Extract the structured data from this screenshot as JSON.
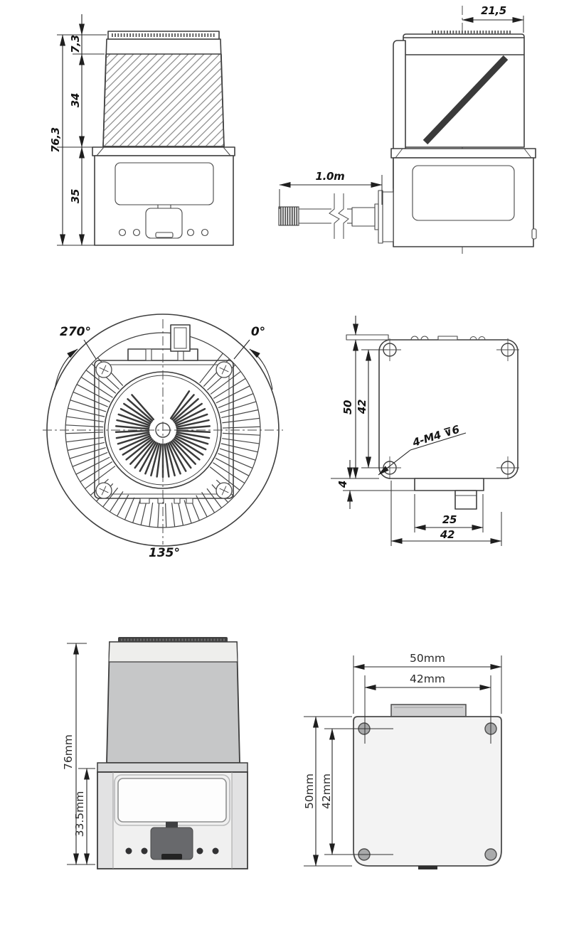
{
  "sheet": {
    "background": "#ffffff",
    "type": "sensor dimensional drawing"
  },
  "views": {
    "front_drawing": {
      "name": "front line drawing",
      "dims": {
        "cap_height": "7,3",
        "window_height": "34",
        "base_height": "35",
        "total_height": "76,3"
      }
    },
    "side_drawing": {
      "name": "side line drawing with cable",
      "dims": {
        "center_offset": "21,5",
        "cable_length": "1.0m"
      }
    },
    "top_drawing": {
      "name": "top view with scan angles",
      "angles": {
        "left": "270°",
        "right": "0°",
        "bottom": "135°"
      }
    },
    "mount_drawing": {
      "name": "mounting plate line drawing",
      "dims": {
        "plate_height": "50",
        "hole_spacing_vertical": "42",
        "tab_height": "4",
        "connector_width": "25",
        "hole_spacing_horizontal": "42"
      },
      "thread_note": "4-M4 ⊽6"
    },
    "render_front": {
      "name": "front shaded render",
      "dims": {
        "total_height": "76mm",
        "base_height": "33.5mm"
      }
    },
    "render_bottom": {
      "name": "bottom plate shaded render",
      "dims": {
        "width": "50mm",
        "hole_spacing_horizontal": "42mm",
        "height": "50mm",
        "hole_spacing_vertical": "42mm"
      }
    }
  },
  "colors": {
    "outline": "#3f3f3f",
    "dimension": "#262626",
    "hatch": "#8f8f8f",
    "render_dome": "#c6c7c8",
    "render_dome_band": "#eeeeec",
    "render_base": "#f0f0f0",
    "render_base_band": "#d7d8d9",
    "render_connector": "#68696c",
    "render_plate": "#f3f3f3",
    "render_hole": "#a9aaab",
    "render_tab": "#cfcfd0"
  }
}
